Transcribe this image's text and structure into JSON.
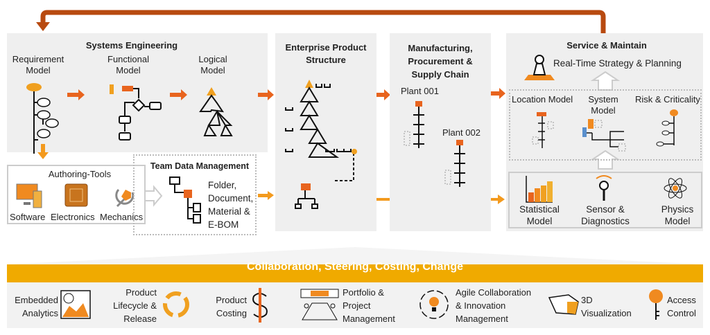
{
  "colors": {
    "orange": "#e8641e",
    "yellow": "#f0aa00",
    "brown": "#b84a10",
    "panel": "#efefef"
  },
  "systems_engineering": {
    "title": "Systems Engineering",
    "requirement": "Requirement Model",
    "functional": "Functional Model",
    "logical": "Logical Model"
  },
  "authoring": {
    "title": "Authoring-Tools",
    "items": [
      "Software",
      "Electronics",
      "Mechanics"
    ]
  },
  "tdm": {
    "title": "Team Data Management",
    "text": "Folder, Document, Material & E-BOM"
  },
  "eps": {
    "title": "Enterprise Product Structure"
  },
  "mfg": {
    "title": "Manufacturing, Procurement & Supply Chain",
    "plant1": "Plant 001",
    "plant2": "Plant 002"
  },
  "service": {
    "title": "Service & Maintain",
    "strategy": "Real-Time Strategy & Planning",
    "location": "Location Model",
    "system": "System Model",
    "risk": "Risk & Criticality",
    "statistical": "Statistical Model",
    "sensor": "Sensor & Diagnostics",
    "physics": "Physics Model"
  },
  "banner": {
    "title": "Collaboration, Steering, Costing, Change",
    "items": [
      "Embedded Analytics",
      "Product Lifecycle & Release",
      "Product Costing",
      "Portfolio & Project Management",
      "Agile Collaboration & Innovation Management",
      "3D Visualization",
      "Access Control"
    ]
  }
}
